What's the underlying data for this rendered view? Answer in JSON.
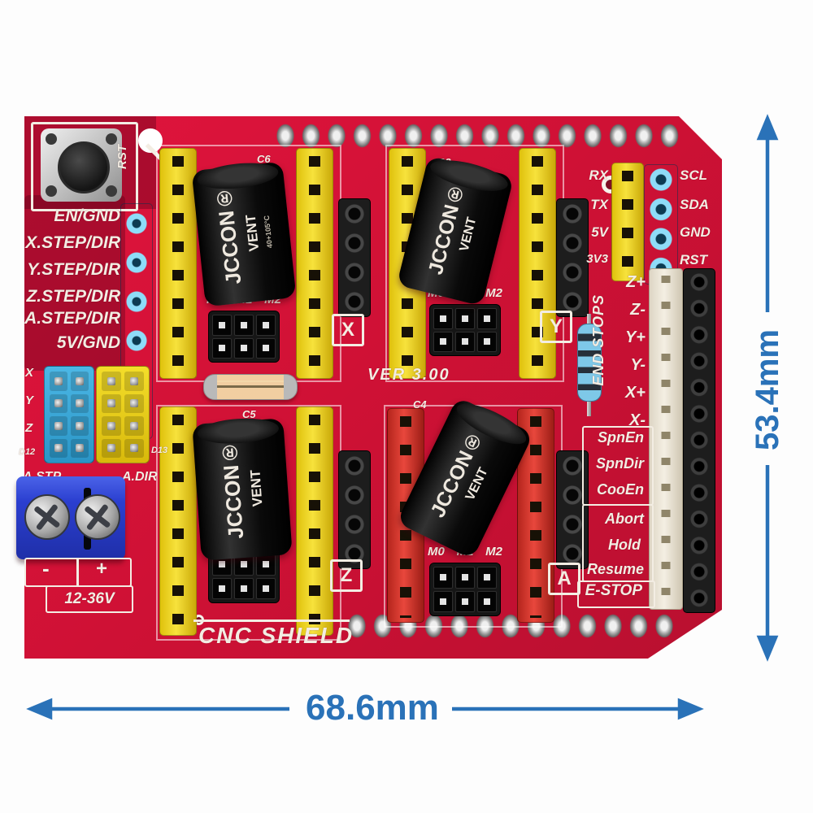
{
  "board": {
    "title": "CNC SHIELD",
    "version": "VER 3.00",
    "reset": "RST",
    "power": {
      "minus": "-",
      "plus": "+",
      "range": "12-36V"
    },
    "pin_labels": [
      "EN/GND",
      "X.STEP/DIR",
      "Y.STEP/DIR",
      "Z.STEP/DIR",
      "A.STEP/DIR",
      "5V/GND"
    ],
    "jumper_area": {
      "rows": [
        "X",
        "Y",
        "Z"
      ],
      "left_pin": "D12",
      "right_pin": "D13",
      "astp": "A.STP",
      "adir": "A.DIR"
    },
    "axes": {
      "x": "X",
      "y": "Y",
      "z": "Z",
      "a": "A"
    },
    "microsteps": [
      "M0",
      "M1",
      "M2"
    ],
    "capacitors": {
      "brand": "JCCON®",
      "marking": "VENT",
      "rating": "40+105°C",
      "refs": [
        "C6",
        "C2",
        "C5",
        "C4"
      ]
    },
    "comm_headers": {
      "left": [
        "RX",
        "TX",
        "5V",
        "3V3"
      ],
      "right": [
        "SCL",
        "SDA",
        "GND",
        "RST"
      ]
    },
    "endstops": {
      "title": "END STOPS",
      "pins": [
        "Z+",
        "Z-",
        "Y+",
        "Y-",
        "X+",
        "X-"
      ]
    },
    "controls": [
      "SpnEn",
      "SpnDir",
      "CooEn",
      "Abort",
      "Hold",
      "Resume",
      "E-STOP"
    ]
  },
  "dimensions": {
    "width": "68.6mm",
    "height": "53.4mm"
  },
  "colors": {
    "pcb_red": "#cf1135",
    "header_yellow": "#f2d411",
    "header_blue": "#41b6e8",
    "header_red": "#d9352c",
    "annotation_blue": "#2a72b8"
  }
}
